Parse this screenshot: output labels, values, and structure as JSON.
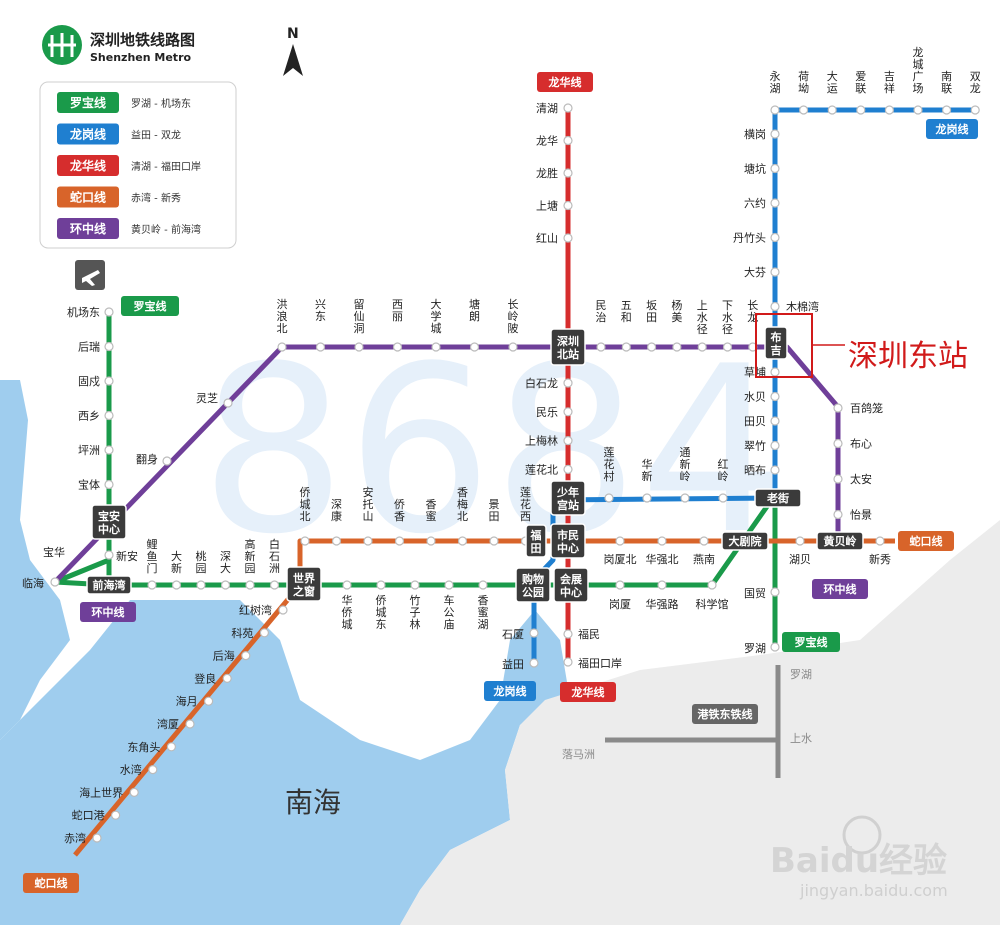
{
  "header": {
    "title": "深圳地铁线路图",
    "subtitle": "Shenzhen Metro",
    "north": "N"
  },
  "legend": [
    {
      "name": "罗宝线",
      "range": "罗湖 - 机场东",
      "color": "#1a9a4a"
    },
    {
      "name": "龙岗线",
      "range": "益田 - 双龙",
      "color": "#1f7fd0"
    },
    {
      "name": "龙华线",
      "range": "清湖 - 福田口岸",
      "color": "#d62d2d"
    },
    {
      "name": "蛇口线",
      "range": "赤湾 - 新秀",
      "color": "#d8642a"
    },
    {
      "name": "环中线",
      "range": "黄贝岭 - 前海湾",
      "color": "#6f3f99"
    }
  ],
  "colors": {
    "luobao": "#1a9a4a",
    "longgang": "#1f7fd0",
    "longhua": "#d62d2d",
    "shekou": "#d8642a",
    "huanzhong": "#6f3f99",
    "sea": "#9fcdee",
    "hk_land": "#ececec",
    "kcr": "#8a8a8a",
    "annotation": "#d11a1a"
  },
  "line_labels": {
    "luobao_top": "罗宝线",
    "luobao_bottom": "罗宝线",
    "longgang_top": "龙岗线",
    "longgang_bottom": "龙岗线",
    "longhua_top": "龙华线",
    "longhua_bottom": "龙华线",
    "shekou_bottom": "蛇口线",
    "shekou_right": "蛇口线",
    "huanzhong_left": "环中线",
    "huanzhong_right": "环中线",
    "kcr": "港铁东铁线"
  },
  "interchanges": {
    "shenzhenbei": "深圳\n北站",
    "buji": "布\n吉",
    "baoan": "宝安\n中心",
    "qianhaiwan": "前海湾",
    "shijie": "世界\n之窗",
    "futian": "福\n田",
    "shimin": "市民\n中心",
    "shaonian": "少年\n宫站",
    "gouwu": "购物\n公园",
    "huizhan": "会展\n中心",
    "laojie": "老街",
    "daju": "大剧院",
    "huangbei": "黄贝岭"
  },
  "stations": {
    "luobao_west": [
      "机场东",
      "后瑞",
      "固戍",
      "西乡",
      "坪洲",
      "宝体"
    ],
    "luobao_south": [
      "宝华",
      "新安",
      "临海"
    ],
    "luobao_east_vertical": [
      "鲤鱼门",
      "大新",
      "桃园",
      "深大",
      "高新园",
      "白石洲"
    ],
    "luobao_middle_below": [
      "华侨城",
      "侨城东",
      "竹子林",
      "车公庙",
      "香蜜湖"
    ],
    "luobao_east_below": [
      "岗厦",
      "华强路",
      "科学馆"
    ],
    "luobao_end": [
      "国贸",
      "罗湖"
    ],
    "huanzhong_top": [
      "洪浪北",
      "兴东",
      "留仙洞",
      "西丽",
      "大学城",
      "塘朗",
      "长岭陂"
    ],
    "huanzhong_top_east": [
      "民治",
      "五和",
      "坂田",
      "杨美",
      "上水径",
      "下水径",
      "长龙"
    ],
    "huanzhong_diag": [
      "灵芝",
      "翻身"
    ],
    "huanzhong_right": [
      "百鸽笼",
      "布心",
      "太安",
      "怡景"
    ],
    "longhua": [
      "清湖",
      "龙华",
      "龙胜",
      "上塘",
      "红山",
      "白石龙",
      "民乐",
      "上梅林",
      "莲花北"
    ],
    "longhua_south": [
      "福民",
      "福田口岸"
    ],
    "longgang_north": [
      "永湖",
      "荷坳",
      "大运",
      "爱联",
      "吉祥",
      "龙城广场",
      "南联",
      "双龙"
    ],
    "longgang_vertical": [
      "横岗",
      "塘坑",
      "六约",
      "丹竹头",
      "大芬",
      "木棉湾"
    ],
    "longgang_mid": [
      "草埔",
      "水贝",
      "田贝",
      "翠竹",
      "晒布"
    ],
    "longgang_south": [
      "石厦",
      "益田"
    ],
    "shekou_top": [
      "侨城北",
      "深康",
      "安托山",
      "侨香",
      "香蜜",
      "香梅北",
      "景田",
      "莲花西"
    ],
    "shekou_east": [
      "岗厦北",
      "华强北",
      "燕南"
    ],
    "shekou_east_end": [
      "湖贝",
      "新秀"
    ],
    "shekou_south": [
      "红树湾",
      "科苑",
      "后海",
      "登良",
      "海月",
      "湾厦",
      "东角头",
      "水湾",
      "海上世界",
      "蛇口港",
      "赤湾"
    ],
    "longgang_xiao": [
      "莲花村",
      "华新",
      "通新岭",
      "红岭"
    ],
    "kcr": [
      "罗湖",
      "上水",
      "落马洲"
    ]
  },
  "watermark": "8684",
  "sea_label": "南海",
  "annotation": "深圳东站",
  "baidu": {
    "brand": "Baidu经验",
    "url": "jingyan.baidu.com"
  }
}
